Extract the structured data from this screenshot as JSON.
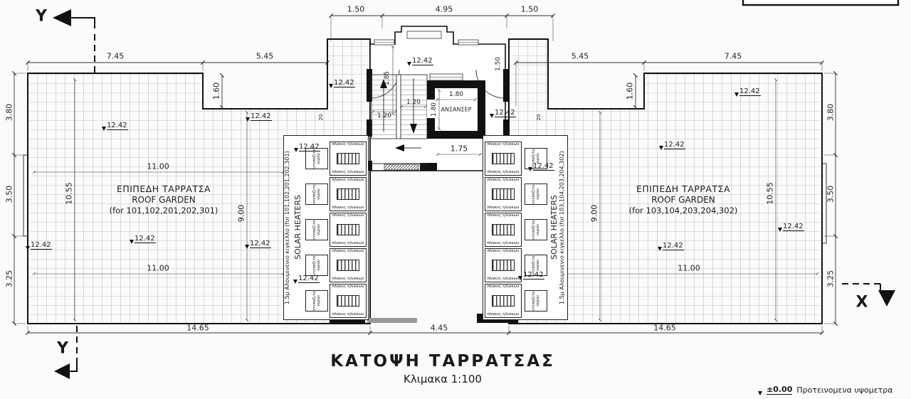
{
  "title": "ΚΑΤΟΨΗ ΤΑΡΡΑΤΣΑΣ",
  "scale": "Κλιμακα 1:100",
  "legend": {
    "value": "±0.00",
    "text": "Προτεινομενα υψομετρα"
  },
  "axes": {
    "x": "X",
    "y": "Y"
  },
  "level": "12.42",
  "rooms": {
    "roof_left": [
      "ΕΠΙΠΕΔΗ ΤΑΡΡΑΤΣΑ",
      "ROOF GARDEN",
      "(for 101,102,201,202,301)"
    ],
    "roof_right": [
      "ΕΠΙΠΕΔΗ ΤΑΡΡΑΤΣΑ",
      "ROOF GARDEN",
      "(for 103,104,203,204,302)"
    ],
    "elevator": "ΑΝΣΑΝΣΕΡ"
  },
  "solar": {
    "title": "SOLAR HEATERS",
    "note_left": "1.5μ Αλουμινενιο κιγκελλο (for 101,102,201,202,301)",
    "note_right": "1.5μ Αλουμινενιο κιγκελλο (for 103,104,203,204,302)",
    "panel": "πλακες ηλιακων",
    "tank": "ντεποζιτο νερου"
  },
  "dims": {
    "d150": "1.50",
    "d495": "4.95",
    "d745": "7.45",
    "d545": "5.45",
    "d380": "3.80",
    "d350": "3.50",
    "d325": "3.25",
    "d160": "1.60",
    "d1100": "11.00",
    "d1055": "10.55",
    "d900": "9.00",
    "d185": "1.85",
    "d120": "1.20",
    "d180": "1.80",
    "d175": "1.75",
    "d020": "20",
    "d1465": "14.65",
    "d445": "4.45"
  }
}
